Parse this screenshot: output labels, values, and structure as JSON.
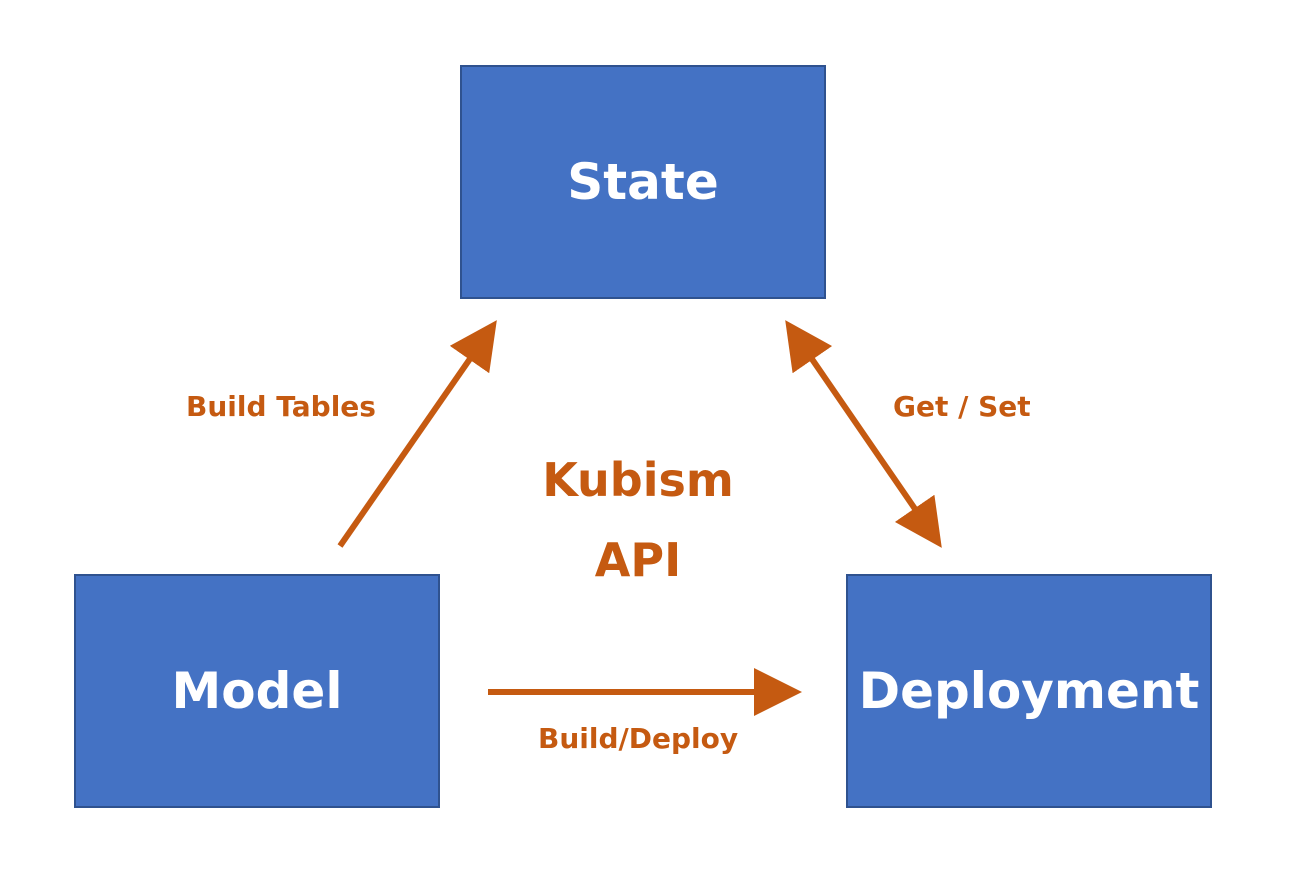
{
  "nodes": {
    "state": "State",
    "model": "Model",
    "deployment": "Deployment"
  },
  "edges": {
    "model_to_state": "Build Tables",
    "state_deployment": "Get / Set",
    "model_to_deployment": "Build/Deploy"
  },
  "center": {
    "line1": "Kubism",
    "line2": "API"
  },
  "colors": {
    "box_fill": "#4472C4",
    "box_border": "#2F528F",
    "accent": "#C55A11"
  }
}
